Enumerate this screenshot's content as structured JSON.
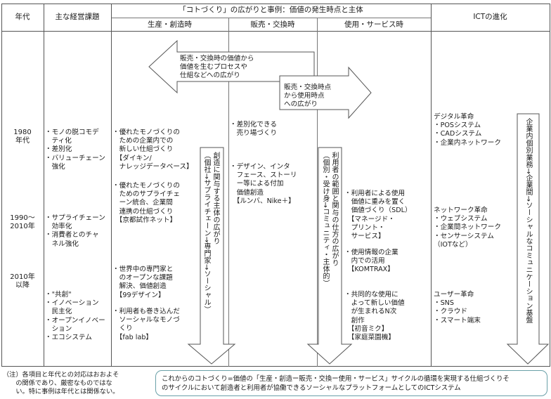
{
  "header": {
    "era": "年代",
    "issues": "主な経営課題",
    "koto": "「コトづくり」の広がりと事例：価値の発生時点と主体",
    "production": "生産・創造時",
    "sales": "販売・交換時",
    "usage": "使用・サービス時",
    "ict": "ICTの進化"
  },
  "eras": {
    "e1980": "1980\n年代",
    "e1990": "1990～\n2010年",
    "e2010": "2010年\n以降"
  },
  "issues": {
    "i1": "・モノの脱コモデ\n　ティ化\n・差別化\n・バリューチェーン\n　強化",
    "i2": "・サプライチェーン\n　効率化\n・消費者とのチャ\n　ネル強化",
    "i3": "・\"共創\"\n・イノベーション\n　民主化\n・オープンイノベー\n　ション\n・エコシステム"
  },
  "production": {
    "p1": "・優れたモノづくりの\n　ための企業内での\n　新しい仕組づくり\n　【ダイキン/\n　ナレッジデータベース】",
    "p2": "・優れたモノづくりの\n　ためのサプライチェ\n　ーン統合、企業間\n　連携の仕組づくり\n　【京都試作ネット】",
    "p3": "・世界中の専門家と\n　のオープンな課題\n　解決、価値創造\n　【99デザイン】",
    "p4": "・利用者も巻き込んだ\n　ソーシャルなモノづ\n　くり\n　【fab lab】",
    "vertical": "創造に関与する主体の広がり\n（個社→サプライチェーン→専門家→ソーシャル）"
  },
  "sales": {
    "s1": "・差別化できる\n　売り場づくり",
    "s2": "・デザイン、インタ\n　フェース、ストーリ\n　ー等による付加\n　価値創造\n　【ルンバ、Nike＋】",
    "arrow_left": "販売・交換時の価値から\n価値を生むプロセスや\n仕組などへの広がり"
  },
  "usage": {
    "arrow_right": "販売・交換時点\nから使用時点\nへの広がり",
    "u1": "・利用者による使用\n　価値に重みを置く\n　価値づくり（SDL）\n　【マネージド・\n　プリント・\n　サービス】",
    "u2": "・使用情報の企業\n　内での活用\n　【KOMTRAX】",
    "u3": "・共同的な使用に\n　よって新しい価値\n　が生まれるN次\n　創作\n　【初音ミク】\n　【家庭菜園機】",
    "vertical": "利用者の範囲と関与の仕方の広がり\n（個別・受け身→コミュニティ・主体的）"
  },
  "ict": {
    "c1": "デジタル革命\n・POSシステム\n・CADシステム\n・企業内ネットワーク",
    "c2": "ネットワーク革命\n・ウェブシステム\n・企業間ネットワーク\n・センサーシステム\n（IOTなど）",
    "c3": "ユーザー革命\n・SNS\n・クラウド\n・スマート端末",
    "vertical": "企業内個別業務→企業間→ソーシャルなコミュニケーション基盤"
  },
  "footer": {
    "note": "（注）各項目と年代との対応はおおよそ\n　　の関係であり、厳密なものではな\n　　い。特に事例は年代とは関係ない。",
    "box": "これからのコトづくり=価値の「生産・創造ー販売・交換ー使用・サービス」サイクルの循環を実現する仕組づくりそ\nのサイクルにおいて創造者と利用者が協働できるソーシャルなプラットフォームとしてのICTシステム"
  },
  "colors": {
    "line": "#555555",
    "box": "#6aa0a8"
  }
}
